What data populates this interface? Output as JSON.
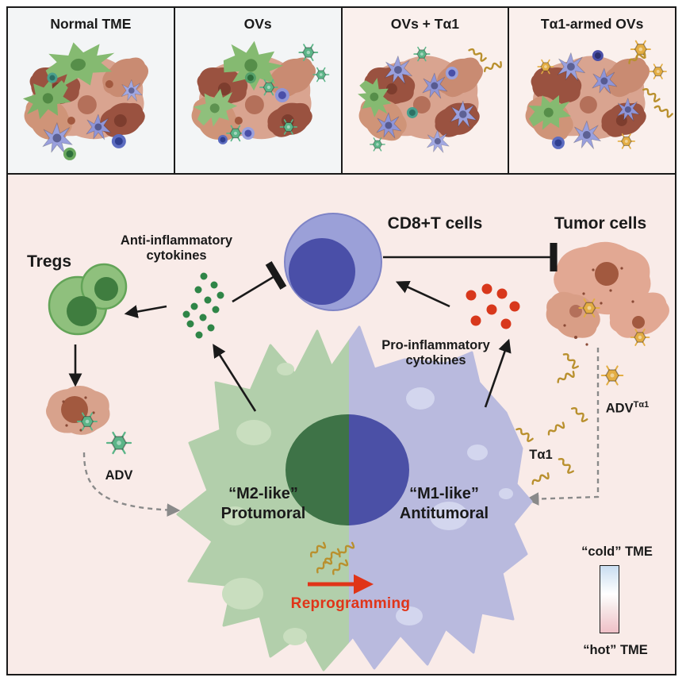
{
  "panels": [
    {
      "label": "Normal TME"
    },
    {
      "label": "OVs"
    },
    {
      "label": "OVs + Tα1"
    },
    {
      "label": "Tα1-armed OVs"
    }
  ],
  "diagram": {
    "tregs_label": "Tregs",
    "anti_inflammatory_line1": "Anti-inflammatory",
    "anti_inflammatory_line2": "cytokines",
    "cd8_label": "CD8+T cells",
    "tumor_cells_label": "Tumor cells",
    "pro_inflammatory_line1": "Pro-inflammatory",
    "pro_inflammatory_line2": "cytokines",
    "adv_label": "ADV",
    "adv_ta1_base": "ADV",
    "adv_ta1_sup": "Tα1",
    "ta1_label": "Tα1",
    "m2_line1": "“M2-like”",
    "m2_line2": "Protumoral",
    "m1_line1": "“M1-like”",
    "m1_line2": "Antitumoral",
    "reprogramming_label": "Reprogramming",
    "legend_cold_label": "“cold” TME",
    "legend_hot_label": "“hot” TME"
  },
  "colors": {
    "frame_border": "#1a1a1a",
    "text_color": "#1a1a1a",
    "panel_bg_gray": "#f3f5f6",
    "panel_bg_pink": "#faf0ed",
    "main_bg": "#f9ebe8",
    "m2_green": "#b2cfab",
    "m1_purple": "#b9bade",
    "m2_nucleus": "#3e7347",
    "m1_nucleus": "#4b50a6",
    "vacuole_green": "#c9debf",
    "vacuole_purple": "#d3d6ee",
    "treg_outer": "#8fc07d",
    "treg_nucleus": "#3f7d3f",
    "cd8_outer": "#9ba0d8",
    "cd8_nucleus": "#4a4fa8",
    "cytokine_green": "#2f8547",
    "cytokine_red": "#d8381c",
    "tumor_pink": "#e2a893",
    "tumor_nucleus": "#a2593f",
    "virus_green": "#5cb588",
    "virus_gold": "#e3ad43",
    "squiggle_gold": "#b9902e",
    "arrow_black": "#1a1a1a",
    "arrow_gray": "#8a8a8a",
    "reprogramming_red": "#e03418",
    "legend_cold_top": "#c9ddf1",
    "legend_hot_bottom": "#efc0c7"
  }
}
